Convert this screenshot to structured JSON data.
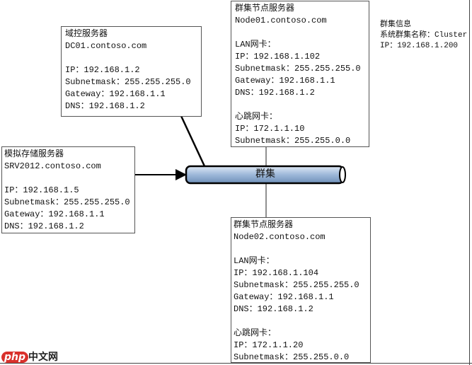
{
  "dc": {
    "title": "域控服务器",
    "host": "DC01.contoso.com",
    "ip": "IP：192.168.1.2",
    "mask": "Subnetmask：255.255.255.0",
    "gw": "Gateway：192.168.1.1",
    "dns": "DNS：192.168.1.2"
  },
  "node01": {
    "title": "群集节点服务器",
    "host": "Node01.contoso.com",
    "lan": "LAN网卡：",
    "ip": "IP：192.168.1.102",
    "mask": "Subnetmask：255.255.255.0",
    "gw": "Gateway：192.168.1.1",
    "dns": "DNS：192.168.1.2",
    "hb": "心跳网卡：",
    "hb_ip": "IP：172.1.1.10",
    "hb_mask": "Subnetmask：255.255.0.0"
  },
  "storage": {
    "title": "模拟存储服务器",
    "host": "SRV2012.contoso.com",
    "ip": "IP：192.168.1.5",
    "mask": "Subnetmask：255.255.255.0",
    "gw": "Gateway：192.168.1.1",
    "dns": "DNS：192.168.1.2"
  },
  "node02": {
    "title": "群集节点服务器",
    "host": "Node02.contoso.com",
    "lan": "LAN网卡：",
    "ip": "IP：192.168.1.104",
    "mask": "Subnetmask：255.255.255.0",
    "gw": "Gateway：192.168.1.1",
    "dns": "DNS：192.168.1.2",
    "hb": "心跳网卡：",
    "hb_ip": "IP：172.1.1.20",
    "hb_mask": "Subnetmask：255.255.0.0"
  },
  "cluster": {
    "label": "群集",
    "color": "#9db8d9"
  },
  "info": {
    "title": "群集信息",
    "name": "系统群集名称：Cluster",
    "ip": "IP：192.168.1.200"
  },
  "watermark": {
    "logo": "php",
    "text": "中文网"
  }
}
